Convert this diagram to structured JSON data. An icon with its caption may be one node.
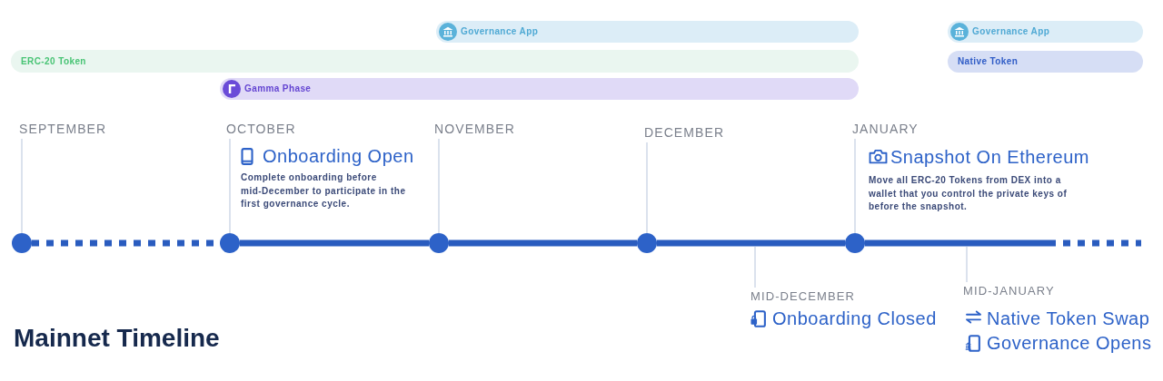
{
  "diagram": {
    "title": "Mainnet Timeline",
    "nodes": [
      {
        "text": [
          "Governance App"
        ]
      },
      {
        "text": [
          "Governance App"
        ]
      },
      {
        "text": [
          "ERC-20 Token"
        ]
      },
      {
        "text": [
          "Native Token"
        ]
      },
      {
        "text": [
          "Gamma Phase"
        ]
      },
      {
        "text": [
          "SEPTEMBER"
        ]
      },
      {
        "text": [
          "OCTOBER"
        ],
        "beside": [
          "Onboarding Open",
          "Complete onboarding before mid-December to participate in the first governance cycle."
        ]
      },
      {
        "text": [
          "NOVEMBER"
        ]
      },
      {
        "text": [
          "DECEMBER"
        ]
      },
      {
        "text": [
          "JANUARY"
        ],
        "beside": [
          "Snapshot On Ethereum",
          "Move all ERC-20 Tokens from DEX into a wallet that you control the private keys of before the snapshot."
        ]
      },
      {
        "text": [],
        "shape": "circle"
      },
      {
        "text": [],
        "shape": "circle"
      },
      {
        "text": [],
        "shape": "circle"
      },
      {
        "text": [],
        "shape": "circle"
      },
      {
        "text": [],
        "shape": "circle"
      },
      {
        "text": [
          "MID-DECEMBER"
        ],
        "beside": [
          "Onboarding Closed"
        ]
      },
      {
        "text": [
          "MID-JANUARY"
        ],
        "beside": [
          "Native Token Swap",
          "Governance Opens"
        ]
      }
    ],
    "edges": [
      {
        "from": 5,
        "to": 10,
        "arrow": "none"
      },
      {
        "from": 6,
        "to": 11,
        "arrow": "none"
      },
      {
        "from": 7,
        "to": 12,
        "arrow": "none"
      },
      {
        "from": 8,
        "to": 13,
        "arrow": "none"
      },
      {
        "from": 9,
        "to": 14,
        "arrow": "none"
      },
      {
        "from": 10,
        "to": 11,
        "arrow": "none",
        "style": "dashed",
        "color": "#2a5cbf"
      },
      {
        "from": 11,
        "to": 12,
        "arrow": "none",
        "style": "thick",
        "color": "#2a5cbf"
      },
      {
        "from": 12,
        "to": 13,
        "arrow": "none",
        "style": "thick",
        "color": "#2a5cbf"
      },
      {
        "from": 13,
        "to": 14,
        "arrow": "none",
        "style": "thick",
        "color": "#2a5cbf"
      },
      {
        "from": 14,
        "to": null,
        "arrow": "none",
        "style": "thick",
        "color": "#2a5cbf"
      },
      {
        "from": 15,
        "to": null,
        "arrow": "none"
      },
      {
        "from": 16,
        "to": null,
        "arrow": "none"
      }
    ]
  }
}
